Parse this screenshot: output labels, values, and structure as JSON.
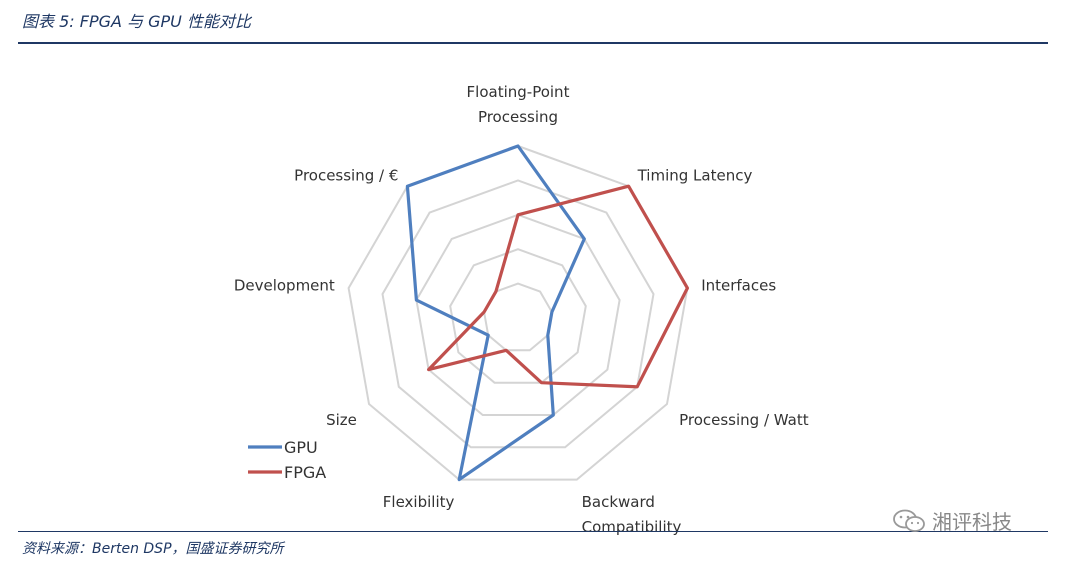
{
  "header": {
    "figure_title": "图表 5:  FPGA 与 GPU 性能对比"
  },
  "footer": {
    "source": "资料来源：Berten DSP，国盛证券研究所"
  },
  "watermark": {
    "text": "湘评科技"
  },
  "chart_data": {
    "type": "radar",
    "axes": [
      [
        "Floating-Point",
        "Processing"
      ],
      [
        "Timing Latency"
      ],
      [
        "Interfaces"
      ],
      [
        "Processing / Watt"
      ],
      [
        "Backward",
        "Compatibility"
      ],
      [
        "Flexibility"
      ],
      [
        "Size"
      ],
      [
        "Development"
      ],
      [
        "Processing / €"
      ]
    ],
    "levels": 5,
    "range": [
      0,
      5
    ],
    "legend_position": "bottom-left",
    "series": [
      {
        "name": "GPU",
        "color": "#4f7fbf",
        "values": [
          5,
          3,
          1,
          1,
          3,
          5,
          1,
          3,
          5
        ]
      },
      {
        "name": "FPGA",
        "color": "#c0504d",
        "values": [
          3,
          5,
          5,
          4,
          2,
          1,
          3,
          1,
          1
        ]
      }
    ]
  }
}
